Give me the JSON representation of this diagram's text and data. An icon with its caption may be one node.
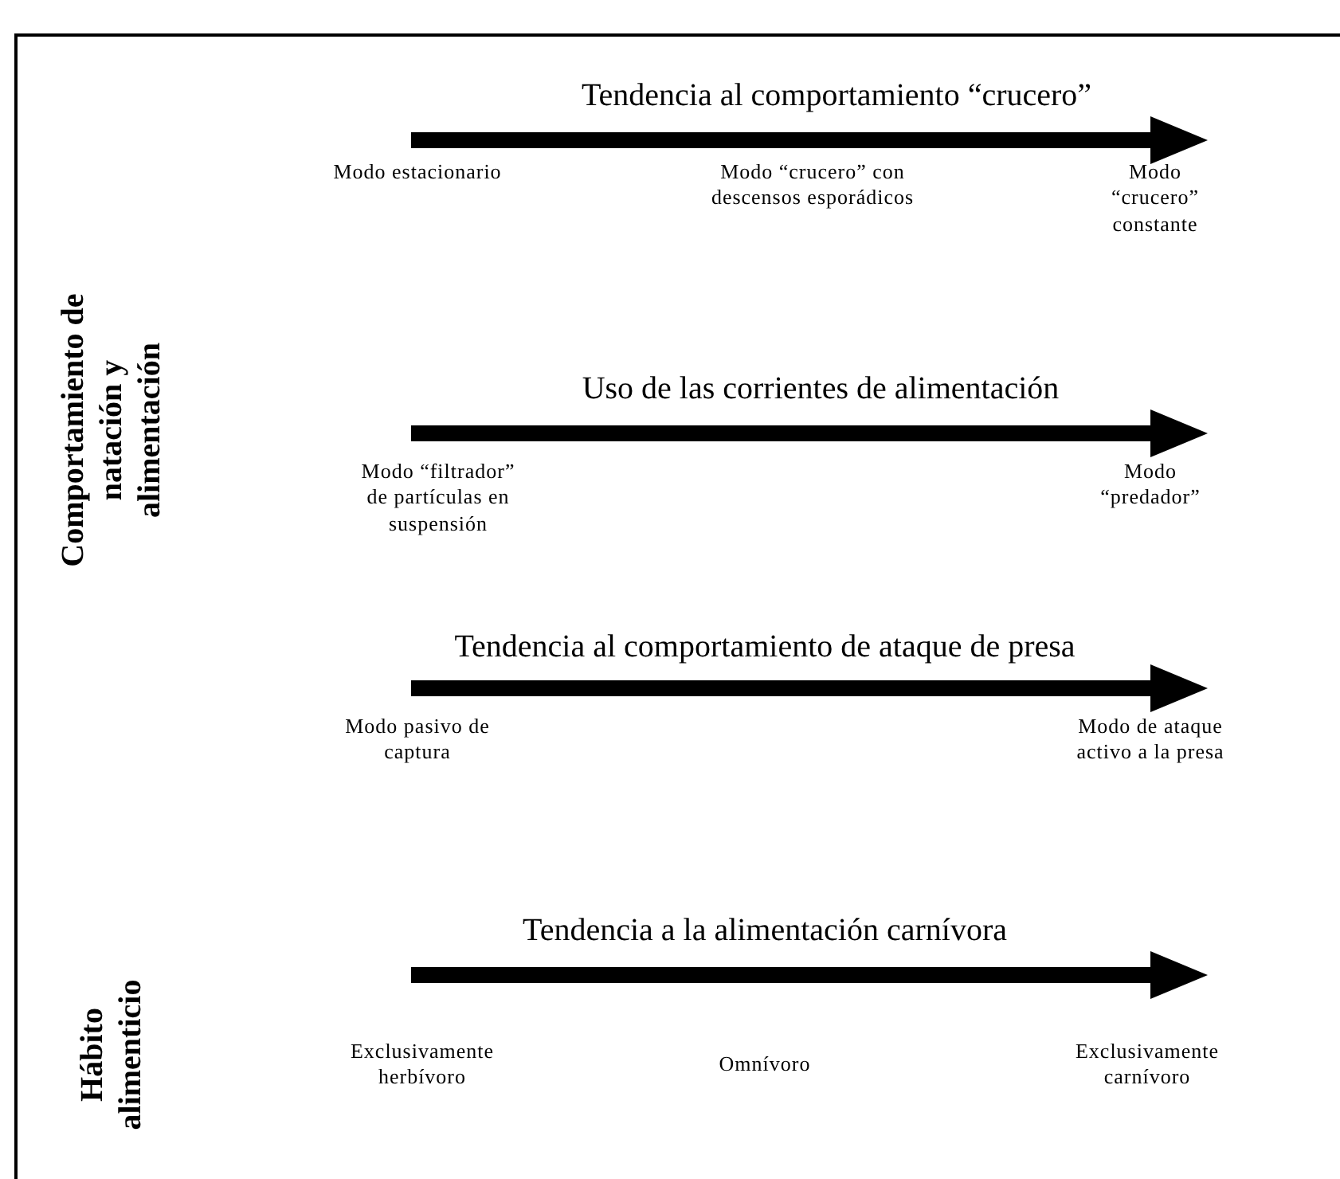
{
  "diagram": {
    "labels": [
      "Tendencia al comportamiento “crucero”",
      "Modo estacionario",
      "Modo “crucero” con descensos esporádicos",
      "Modo “crucero” constante",
      "Comportamiento de natación y alimentación",
      "Uso de las corrientes de alimentación",
      "Modo “filtrador” de partículas en suspensión",
      "Modo “predador”",
      "Tendencia al comportamiento de ataque de presa",
      "Modo pasivo de captura",
      "Modo de ataque activo a la presa",
      "Hábito alimenticio",
      "Tendencia a la alimentación carnívora",
      "Exclusivamente herbívoro",
      "Omnívoro",
      "Exclusivamente carnívoro"
    ]
  }
}
